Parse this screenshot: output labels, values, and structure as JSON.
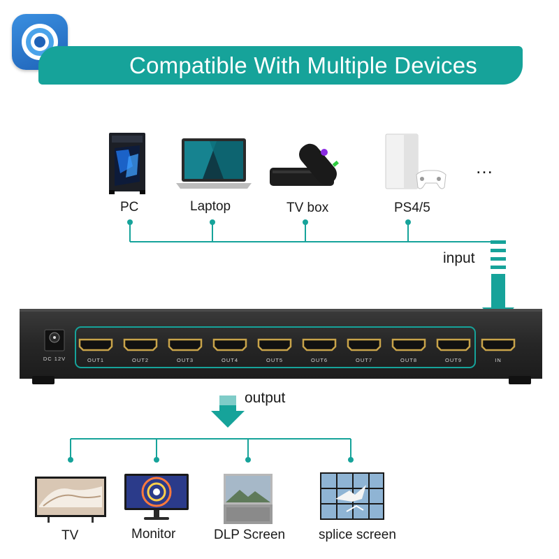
{
  "banner": {
    "title": "Compatible With Multiple Devices"
  },
  "inputs": [
    {
      "label": "PC",
      "icon": "pc-tower-icon"
    },
    {
      "label": "Laptop",
      "icon": "laptop-icon"
    },
    {
      "label": "TV box",
      "icon": "tv-box-icon"
    },
    {
      "label": "PS4/5",
      "icon": "game-console-icon"
    }
  ],
  "more_devices": "…",
  "input_label": "input",
  "output_label": "output",
  "splitter": {
    "power_port": "DC 12V",
    "output_ports": [
      "OUT1",
      "OUT2",
      "OUT3",
      "OUT4",
      "OUT5",
      "OUT6",
      "OUT7",
      "OUT8",
      "OUT9"
    ],
    "input_port": "IN"
  },
  "outputs": [
    {
      "label": "TV",
      "icon": "tv-icon"
    },
    {
      "label": "Monitor",
      "icon": "monitor-icon"
    },
    {
      "label": "DLP Screen",
      "icon": "dlp-screen-icon"
    },
    {
      "label": "splice screen",
      "icon": "video-wall-icon"
    }
  ],
  "colors": {
    "accent": "#16a39a",
    "device_body": "#2b2b2b",
    "port_gold": "#c9a44a"
  }
}
